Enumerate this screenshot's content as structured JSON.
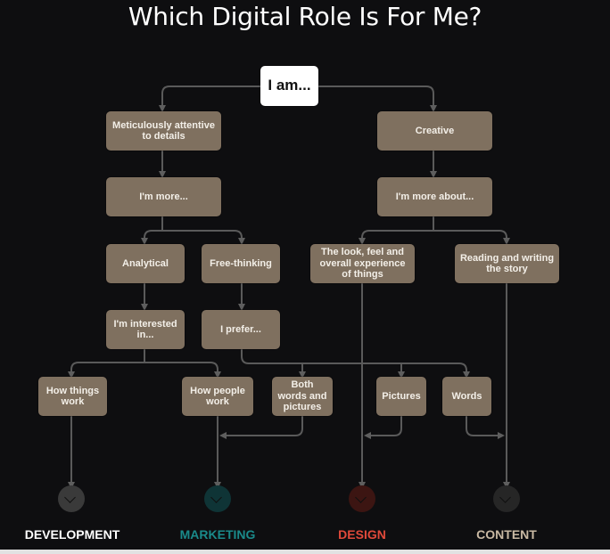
{
  "title": "Which Digital Role Is For Me?",
  "colors": {
    "background": "#0e0e10",
    "node_fill": "#7f705f",
    "node_text": "#f3efe8",
    "connector": "#5a5a5a",
    "development": "#ffffff",
    "marketing": "#1a8a8a",
    "design": "#e0493a",
    "content": "#c9b9a3"
  },
  "nodes": {
    "root": "I am...",
    "meticulous": "Meticulously attentive to details",
    "creative": "Creative",
    "im_more": "I'm more...",
    "im_more_about": "I'm more about...",
    "analytical": "Analytical",
    "free_thinking": "Free-thinking",
    "look_feel": "The look, feel and overall experience of things",
    "reading_writing": "Reading and writing the story",
    "interested_in": "I'm interested in...",
    "i_prefer": "I prefer...",
    "how_things_work": "How things work",
    "how_people_work": "How people work",
    "both_words_pictures": "Both words and pictures",
    "pictures": "Pictures",
    "words": "Words"
  },
  "outcomes": [
    {
      "label": "DEVELOPMENT",
      "color": "#ffffff"
    },
    {
      "label": "MARKETING",
      "color": "#1a8a8a"
    },
    {
      "label": "DESIGN",
      "color": "#e0493a"
    },
    {
      "label": "CONTENT",
      "color": "#c9b9a3"
    }
  ]
}
